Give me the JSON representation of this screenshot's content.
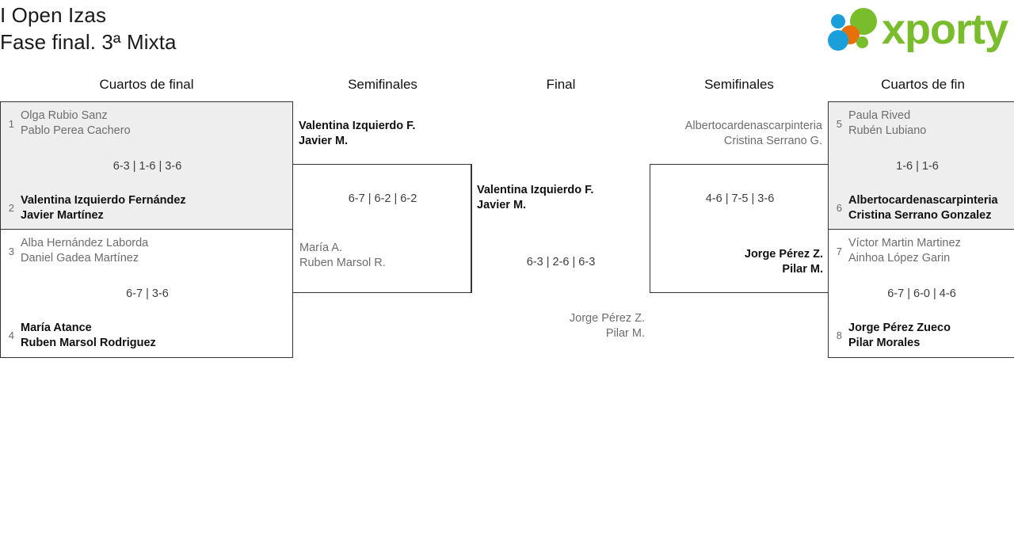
{
  "header": {
    "title_line1": "I Open Izas",
    "title_line2": "Fase final. 3ª Mixta",
    "brand_name": "xporty",
    "brand_colors": {
      "green": "#79bc2c",
      "blue": "#1a9fdb",
      "orange": "#e8700a"
    }
  },
  "rounds": {
    "qf_left": "Cuartos de final",
    "sf_left": "Semifinales",
    "final": "Final",
    "sf_right": "Semifinales",
    "qf_right": "Cuartos de fin"
  },
  "bracket": {
    "quarterfinals_left": [
      {
        "score": "6-3 | 1-6 | 3-6",
        "top": {
          "seed": "1",
          "player1": "Olga Rubio Sanz",
          "player2": "Pablo Perea Cachero",
          "result": "loser"
        },
        "bottom": {
          "seed": "2",
          "player1": "Valentina Izquierdo Fernández",
          "player2": "Javier Martínez",
          "result": "winner"
        }
      },
      {
        "score": "6-7 | 3-6",
        "top": {
          "seed": "3",
          "player1": "Alba Hernández Laborda",
          "player2": "Daniel Gadea Martínez",
          "result": "loser"
        },
        "bottom": {
          "seed": "4",
          "player1": "María Atance",
          "player2": "Ruben Marsol Rodriguez",
          "result": "winner"
        }
      }
    ],
    "semifinal_left": {
      "score": "6-7 | 6-2 | 6-2",
      "top": {
        "player1": "Valentina Izquierdo F.",
        "player2": "Javier M.",
        "result": "winner"
      },
      "bottom": {
        "player1": "María A.",
        "player2": "Ruben Marsol R.",
        "result": "loser"
      }
    },
    "final": {
      "score": "6-3 | 2-6 | 6-3",
      "top": {
        "player1": "Valentina Izquierdo F.",
        "player2": "Javier M.",
        "result": "winner"
      },
      "bottom": {
        "player1": "Jorge Pérez Z.",
        "player2": "Pilar M.",
        "result": "loser"
      }
    },
    "semifinal_right": {
      "score": "4-6 | 7-5 | 3-6",
      "top": {
        "player1": "Albertocardenascarpinteria",
        "player2": "Cristina Serrano G.",
        "result": "loser"
      },
      "bottom": {
        "player1": "Jorge Pérez Z.",
        "player2": "Pilar M.",
        "result": "winner"
      }
    },
    "quarterfinals_right": [
      {
        "score": "1-6 | 1-6",
        "top": {
          "seed": "5",
          "player1": "Paula Rived",
          "player2": "Rubén Lubiano",
          "result": "loser"
        },
        "bottom": {
          "seed": "6",
          "player1": "Albertocardenascarpinteria",
          "player2": "Cristina Serrano Gonzalez",
          "result": "winner"
        }
      },
      {
        "score": "6-7 | 6-0 | 4-6",
        "top": {
          "seed": "7",
          "player1": "Víctor Martin Martinez",
          "player2": "Ainhoa López Garin",
          "result": "loser"
        },
        "bottom": {
          "seed": "8",
          "player1": "Jorge Pérez Zueco",
          "player2": "Pilar Morales",
          "result": "winner"
        }
      }
    ]
  }
}
